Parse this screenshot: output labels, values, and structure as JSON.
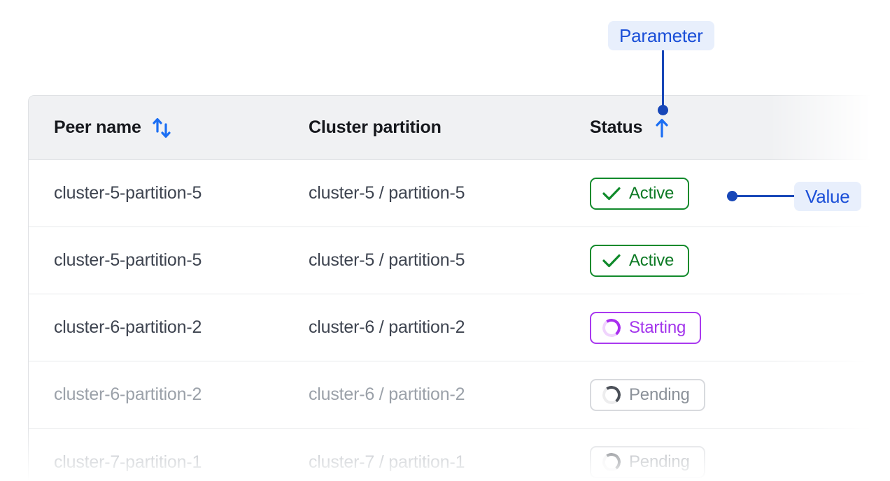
{
  "table": {
    "columns": [
      {
        "key": "peer",
        "label": "Peer name",
        "sort_icon": "sort-updown-icon",
        "sort_state": "none"
      },
      {
        "key": "partition",
        "label": "Cluster partition",
        "sort_icon": null,
        "sort_state": "none"
      },
      {
        "key": "status",
        "label": "Status",
        "sort_icon": "sort-up-icon",
        "sort_state": "ascending"
      }
    ],
    "rows": [
      {
        "peer": "cluster-5-partition-5",
        "partition": "cluster-5 / partition-5",
        "status": "Active",
        "status_kind": "active",
        "status_icon": "check-icon",
        "muted": false
      },
      {
        "peer": "cluster-5-partition-5",
        "partition": "cluster-5 / partition-5",
        "status": "Active",
        "status_kind": "active",
        "status_icon": "check-icon",
        "muted": false
      },
      {
        "peer": "cluster-6-partition-2",
        "partition": "cluster-6 / partition-2",
        "status": "Starting",
        "status_kind": "starting",
        "status_icon": "spinner-icon",
        "muted": false
      },
      {
        "peer": "cluster-6-partition-2",
        "partition": "cluster-6 / partition-2",
        "status": "Pending",
        "status_kind": "pending",
        "status_icon": "spinner-icon",
        "muted": true
      },
      {
        "peer": "cluster-7-partition-1",
        "partition": "cluster-7 / partition-1",
        "status": "Pending",
        "status_kind": "pending",
        "status_icon": "spinner-icon",
        "muted": true
      }
    ]
  },
  "annotations": {
    "parameter": {
      "label": "Parameter",
      "target": "status-column-header"
    },
    "value": {
      "label": "Value",
      "target": "status-badge-row-1"
    }
  },
  "colors": {
    "annotation_text": "#1b4fd8",
    "annotation_bg": "#e8effc",
    "annotation_line": "#1847b8",
    "sort_icon": "#1b6ef3",
    "status_active": "#128a2c",
    "status_starting": "#a939ef",
    "status_pending": "#8b9199",
    "header_bg": "#f0f1f3",
    "row_text": "#3e4450",
    "row_text_muted": "#9ba1a9",
    "border": "#dfe1e4"
  }
}
